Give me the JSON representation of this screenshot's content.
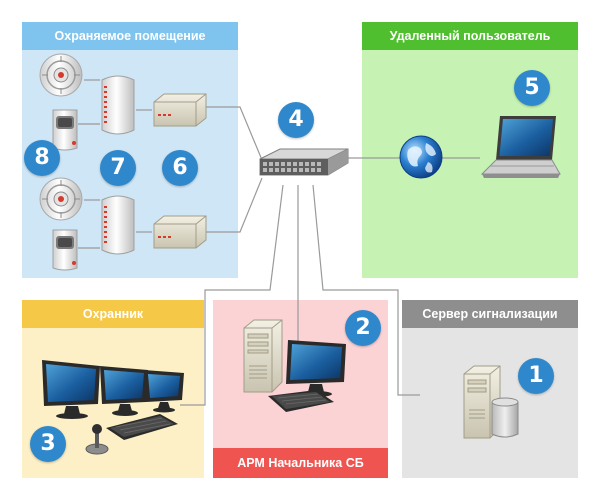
{
  "zones": {
    "protected": {
      "label": "Охраняемое помещение",
      "bg": "#cfe6f6",
      "head": "#7ec4ee"
    },
    "remote": {
      "label": "Удаленный пользователь",
      "bg": "#c6f2b4",
      "head": "#4fbf2f"
    },
    "guard": {
      "label": "Охранник",
      "bg": "#fdf0c6",
      "head": "#f5c847"
    },
    "chief": {
      "label": "АРМ Начальника СБ",
      "bg": "#fbd3d5",
      "head": "#ef5450"
    },
    "server": {
      "label": "Сервер сигнализации",
      "bg": "#e4e4e4",
      "head": "#8e8e8e"
    }
  },
  "badges": {
    "b1": "1",
    "b2": "2",
    "b3": "3",
    "b4": "4",
    "b5": "5",
    "b6": "6",
    "b7": "7",
    "b8": "8"
  },
  "icons": {
    "smoke_detector": "smoke-detector-icon",
    "motion_sensor": "motion-sensor-icon",
    "panel": "security-panel-icon",
    "controller": "controller-box-icon",
    "switch": "network-switch-icon",
    "globe": "globe-icon",
    "laptop": "laptop-icon",
    "monitor": "monitor-icon",
    "tower": "pc-tower-icon",
    "keyboard": "keyboard-icon",
    "joystick": "joystick-icon",
    "storage": "storage-drum-icon"
  },
  "colors": {
    "badge": "#2f88cc",
    "wire": "#9a9a9a"
  }
}
